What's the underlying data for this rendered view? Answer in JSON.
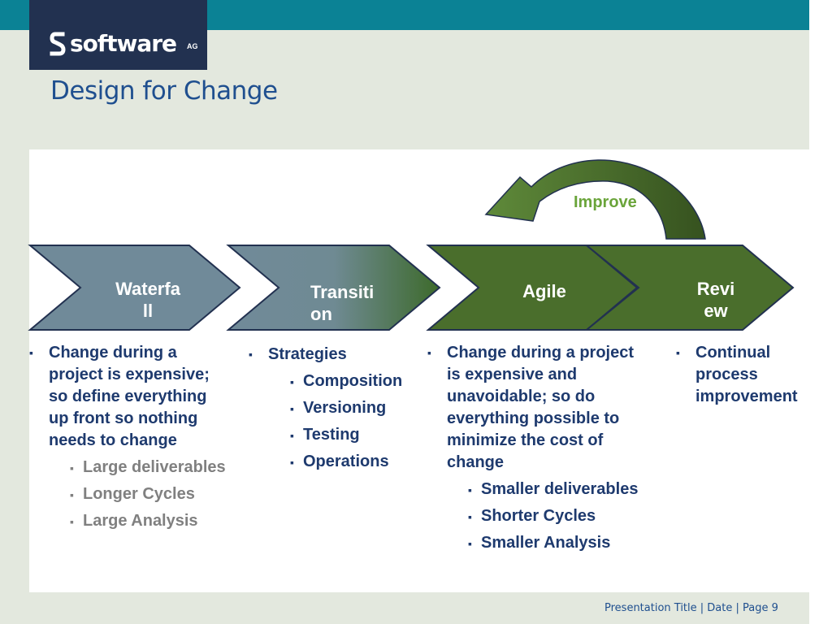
{
  "brand": {
    "logo_text": "software",
    "logo_suffix": "AG"
  },
  "title": "Design for Change",
  "colors": {
    "teal": "#0b8295",
    "navy": "#223150",
    "title_blue": "#1f4f8f",
    "grey_blue": "#708a99",
    "green": "#4a6e2c",
    "improve_green": "#6aa43a"
  },
  "phases": [
    {
      "label_line1": "Waterfa",
      "label_line2": "ll"
    },
    {
      "label_line1": "Transiti",
      "label_line2": "on"
    },
    {
      "label_line1": "Agile",
      "label_line2": ""
    },
    {
      "label_line1": "Revi",
      "label_line2": "ew"
    }
  ],
  "improve_label": "Improve",
  "columns": {
    "waterfall": {
      "main": [
        "Change during a",
        "project is expensive;",
        "so define everything",
        "up front so nothing",
        "needs to change"
      ],
      "subs": [
        "Large deliverables",
        "Longer Cycles",
        "Large Analysis"
      ]
    },
    "transition": {
      "main": [
        "Strategies"
      ],
      "subs": [
        "Composition",
        "Versioning",
        "Testing",
        "Operations"
      ]
    },
    "agile": {
      "main": [
        "Change during a project",
        "is expensive and",
        "unavoidable; so do",
        "everything possible to",
        "minimize the cost of",
        "change"
      ],
      "subs": [
        "Smaller deliverables",
        "Shorter Cycles",
        "Smaller Analysis"
      ]
    },
    "review": {
      "main": [
        "Continual",
        "process",
        "improvement"
      ]
    }
  },
  "footer": "Presentation Title | Date | Page 9"
}
